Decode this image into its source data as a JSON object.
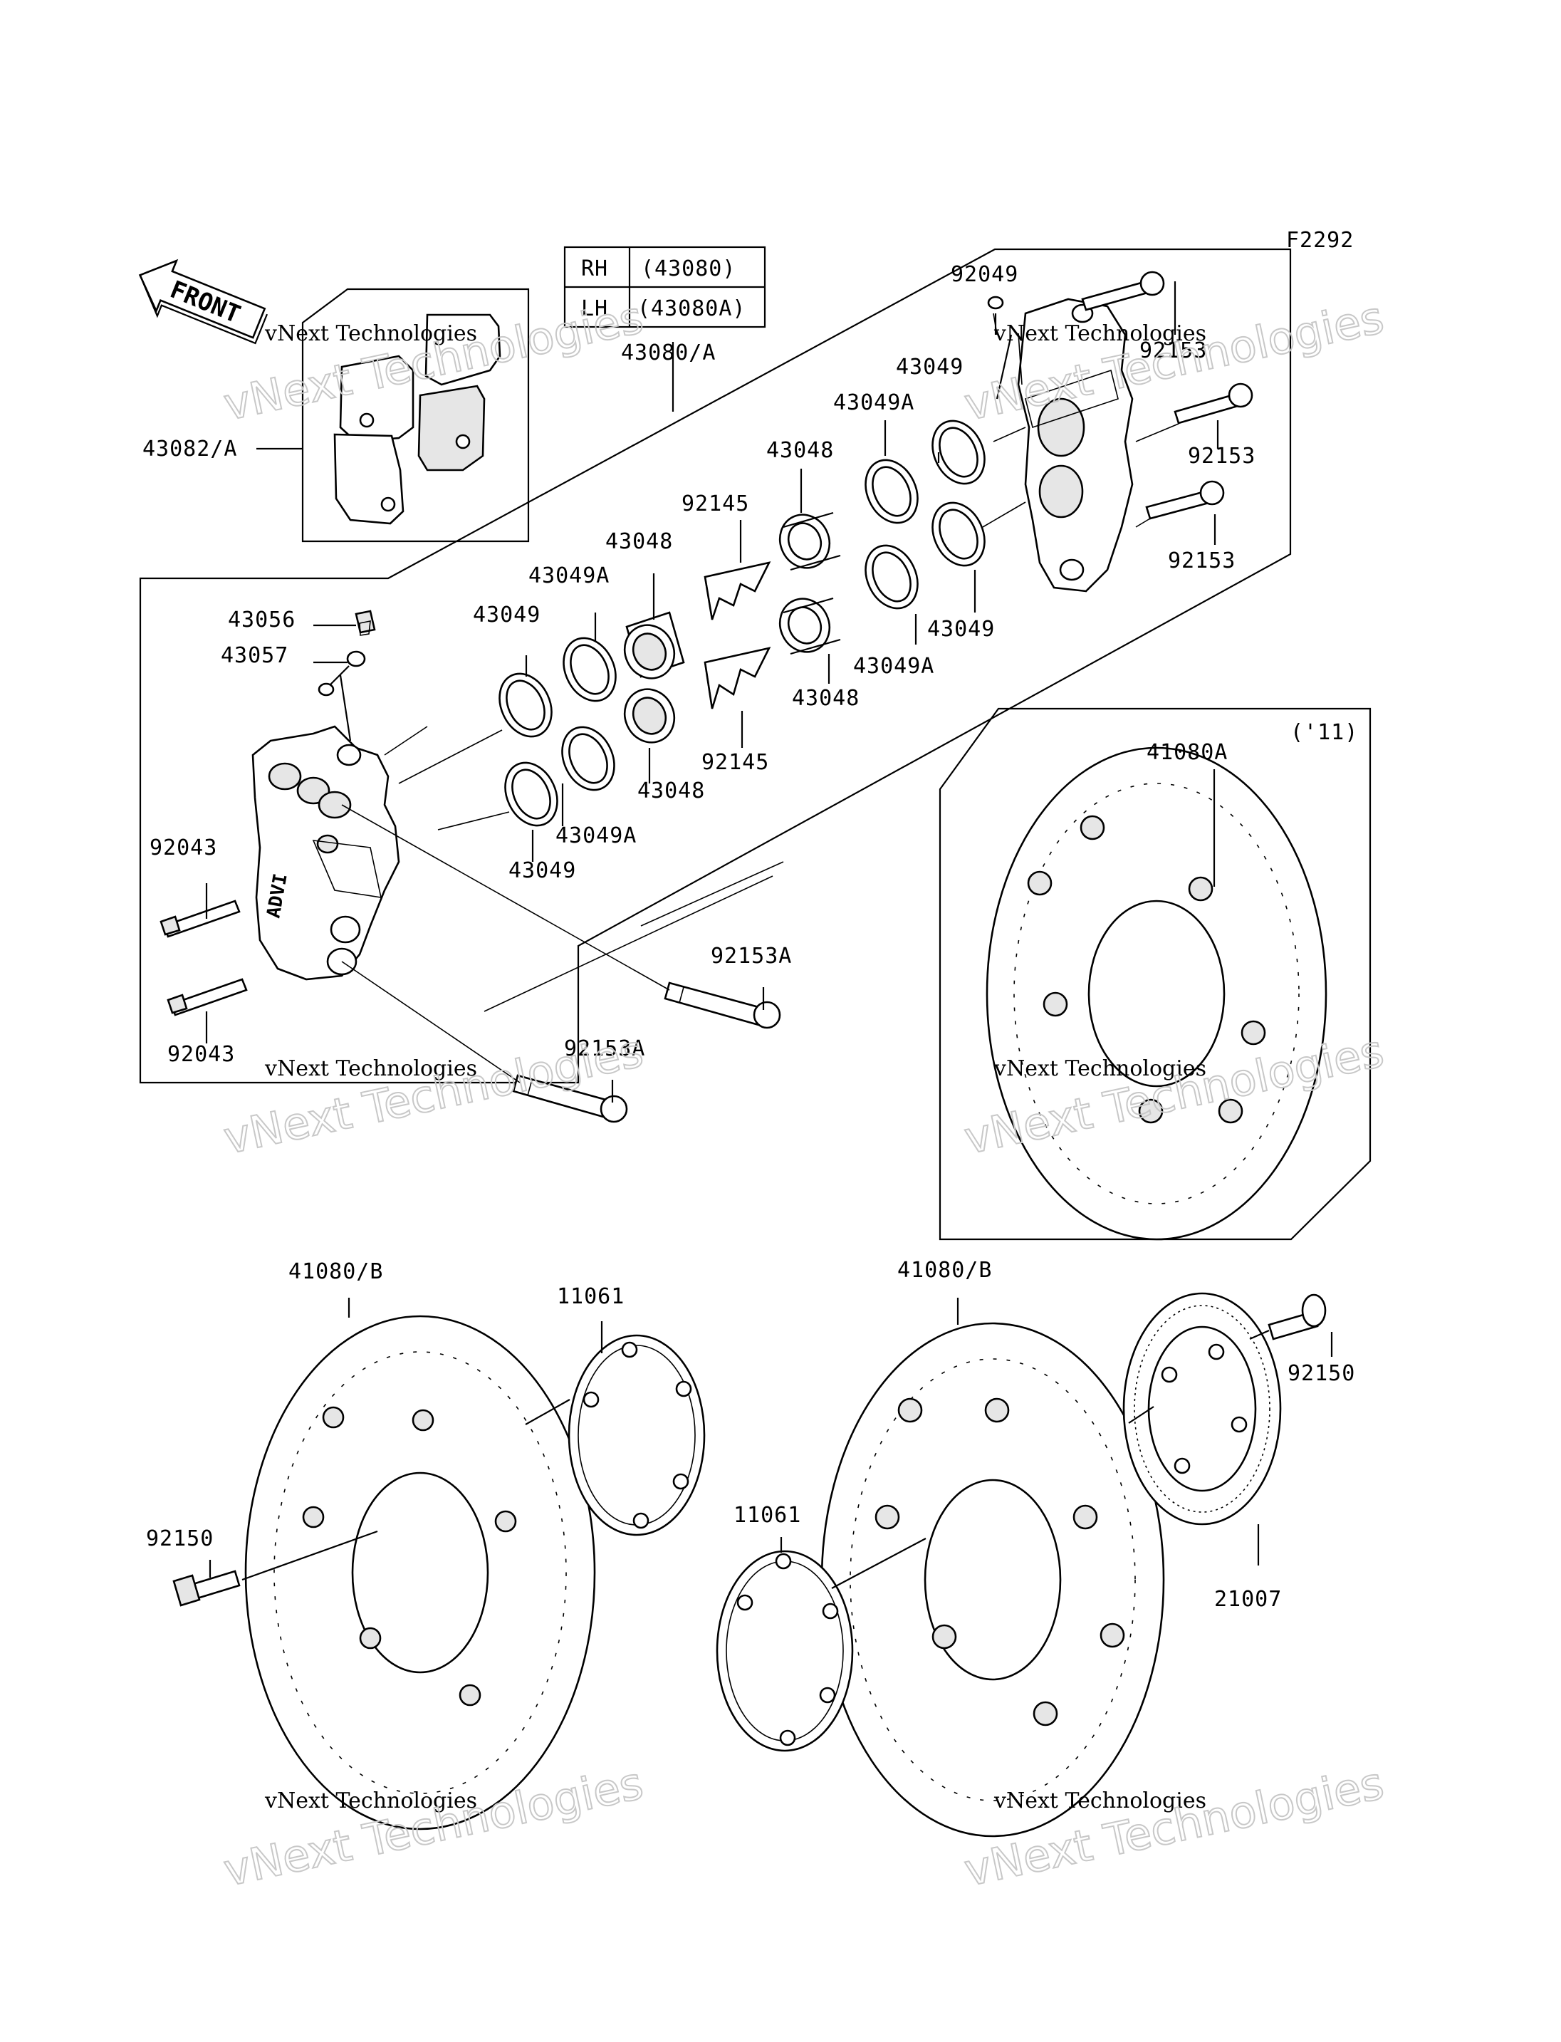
{
  "figure_code": "F2292",
  "table": {
    "rows": [
      {
        "side": "RH",
        "part": "(43080)"
      },
      {
        "side": "LH",
        "part": "(43080A)"
      }
    ]
  },
  "front_label": "FRONT",
  "caliper_logo": "ADVI",
  "year_note": "('11)",
  "watermark": {
    "line1": "vNext Technologies",
    "line2": "vNext Technologies"
  },
  "labels": {
    "l43080A": "43080/A",
    "l43082A": "43082/A",
    "l92049": "92049",
    "l92153a": "92153",
    "l92153b": "92153",
    "l92153c": "92153",
    "l43049a": "43049",
    "l43049b": "43049",
    "l43049c": "43049",
    "l43049d": "43049",
    "l43049Aa": "43049A",
    "l43049Ab": "43049A",
    "l43049Ac": "43049A",
    "l43049Ad": "43049A",
    "l43048a": "43048",
    "l43048b": "43048",
    "l43048c": "43048",
    "l43048d": "43048",
    "l92145a": "92145",
    "l92145b": "92145",
    "l43056": "43056",
    "l43057": "43057",
    "l92043a": "92043",
    "l92043b": "92043",
    "l92153Aa": "92153A",
    "l92153Ab": "92153A",
    "l41080A": "41080A",
    "l41080Ba": "41080/B",
    "l41080Bb": "41080/B",
    "l11061a": "11061",
    "l11061b": "11061",
    "l92150a": "92150",
    "l92150b": "92150",
    "l21007": "21007"
  }
}
